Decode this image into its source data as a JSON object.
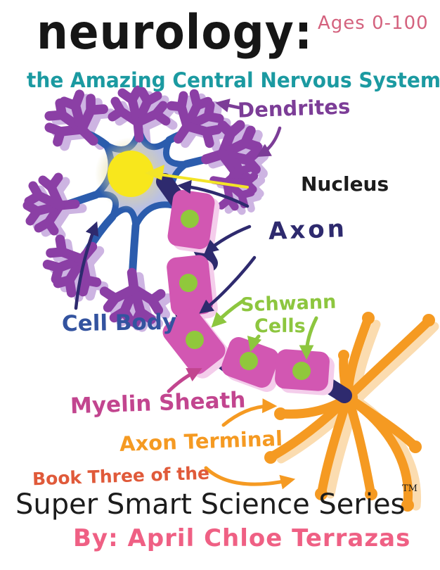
{
  "header": {
    "title": "neurology:",
    "ages_badge": "Ages 0-100",
    "subtitle": "the Amazing Central Nervous System"
  },
  "diagram": {
    "labels": {
      "dendrites": "Dendrites",
      "nucleus": "Nucleus",
      "axon": "Axon",
      "cell_body": "Cell Body",
      "schwann_line1": "Schwann",
      "schwann_line2": "Cells",
      "myelin_sheath": "Myelin Sheath",
      "axon_terminal": "Axon Terminal"
    },
    "parts": [
      "dendrites",
      "cell-body",
      "nucleus",
      "axon",
      "axon-hillock",
      "myelin-sheath-segments",
      "schwann-cell-nuclei",
      "axon-terminal"
    ]
  },
  "footer": {
    "series_intro": "Book Three of the",
    "series_title": "Super Smart Science Series",
    "trademark": "TM",
    "author": "By: April Chloe Terrazas"
  },
  "colors": {
    "title_black": "#161616",
    "ages_pink": "#d4627e",
    "subtitle_teal": "#1b9aa1",
    "dendrite_purple": "#8b3fa5",
    "dendrite_shadow": "#cdb4e2",
    "soma_blue": "#2b5cad",
    "soma_fill": "#b9c0e4",
    "nucleus_yellow": "#f8e71c",
    "axon_navy": "#2e2a6e",
    "myelin_pink": "#d257b2",
    "myelin_halo": "#f4cdeb",
    "schwann_green": "#8dc63f",
    "myelin_label_magenta": "#c2458f",
    "terminal_orange": "#f59a22",
    "terminal_shadow": "#fbdcb0",
    "book_three_red": "#e05a3a",
    "author_pink": "#ef6084"
  }
}
